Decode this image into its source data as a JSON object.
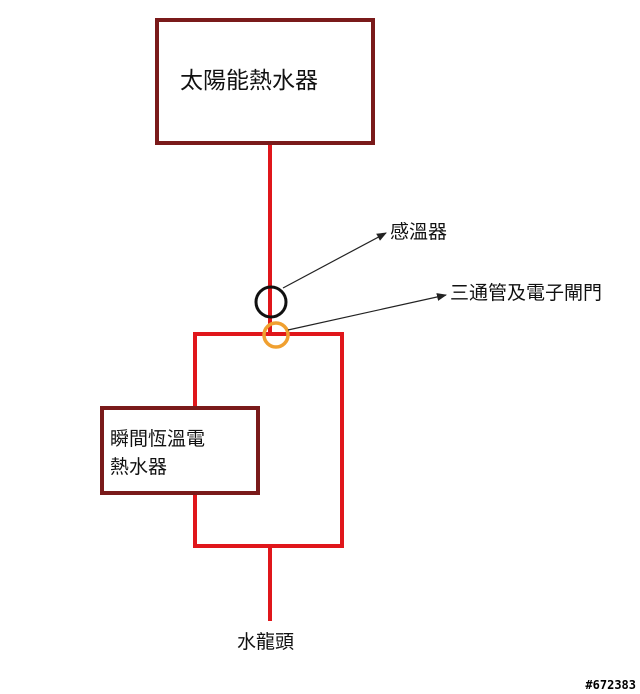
{
  "labels": {
    "solar_heater": "太陽能熱水器",
    "temp_sensor": "感溫器",
    "valve": "三通管及電子閘門",
    "instant_heater_line1": "瞬間恆溫電",
    "instant_heater_line2": "熱水器",
    "faucet": "水龍頭"
  },
  "watermark": "#672383",
  "colors": {
    "pipe": "#e0161b",
    "box_border": "#7a1a1a",
    "sensor": "#111111",
    "valve": "#f0a030",
    "arrow": "#222222",
    "text": "#111111"
  }
}
